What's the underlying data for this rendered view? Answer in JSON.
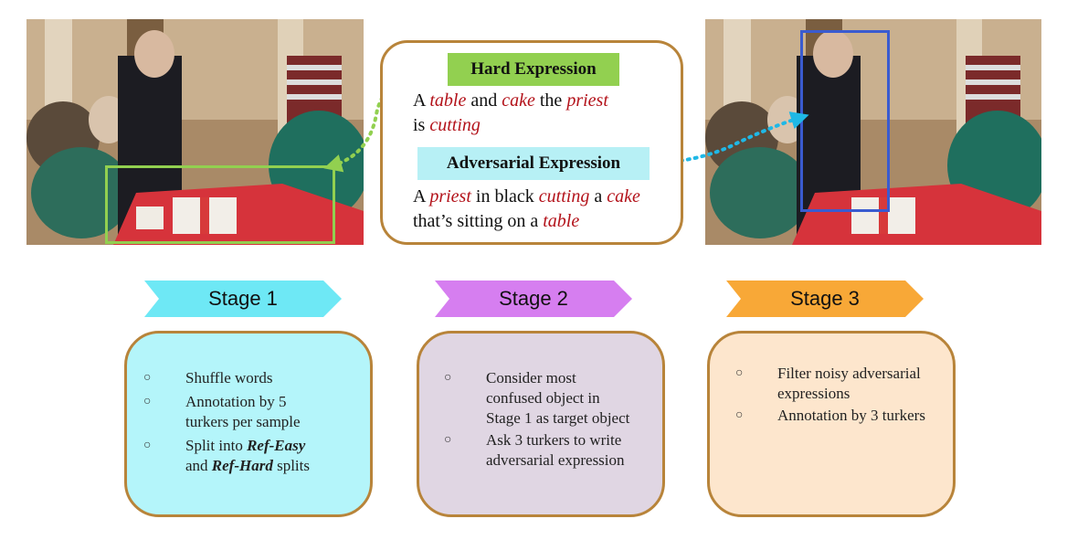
{
  "expression_card": {
    "hard_label": "Hard Expression",
    "hard_text": {
      "p1": "A ",
      "k1": "table",
      "p2": " and ",
      "k2": "cake",
      "p3": " the ",
      "k3": "priest",
      "p4": "is ",
      "k4": "cutting"
    },
    "adversarial_label": "Adversarial Expression",
    "adversarial_text": {
      "p1": "A ",
      "k1": "priest",
      "p2": " in black ",
      "k2": "cutting",
      "p3": " a ",
      "k3": "cake",
      "p4": "that’s sitting on a ",
      "k4": "table"
    }
  },
  "stages": [
    {
      "label": "Stage 1",
      "color": "#6ee8f5",
      "box_color": "#b4f5fa",
      "items": [
        {
          "bullet": "○",
          "lines": [
            "Shuffle words"
          ]
        },
        {
          "bullet": "○",
          "lines": [
            "Annotation by 5",
            "turkers per sample"
          ]
        },
        {
          "bullet": "○",
          "line1_pre": "Split into ",
          "line1_em": "Ref-Easy",
          "line2_pre": "and ",
          "line2_em": "Ref-Hard",
          "line2_post": " splits"
        }
      ]
    },
    {
      "label": "Stage 2",
      "color": "#d67ef0",
      "box_color": "#e0d6e3",
      "items": [
        {
          "bullet": "○",
          "lines": [
            "Consider most",
            "confused object in",
            "Stage 1 as target object"
          ]
        },
        {
          "bullet": "○",
          "lines": [
            "Ask 3 turkers to write",
            "adversarial expression"
          ]
        }
      ]
    },
    {
      "label": "Stage 3",
      "color": "#f8a837",
      "box_color": "#fde6cd",
      "items": [
        {
          "bullet": "○",
          "lines": [
            "Filter noisy adversarial",
            "expressions"
          ]
        },
        {
          "bullet": "○",
          "lines": [
            "Annotation by 3 turkers"
          ]
        }
      ]
    }
  ],
  "colors": {
    "card_border": "#b8843a",
    "hard_label_bg": "#92d050",
    "adversarial_label_bg": "#b7f0f5",
    "keyword": "#b3121a",
    "green_box": "#92d050",
    "blue_box": "#3a5bd0",
    "green_dots": "#92d050",
    "blue_dots": "#1fb8e6"
  }
}
